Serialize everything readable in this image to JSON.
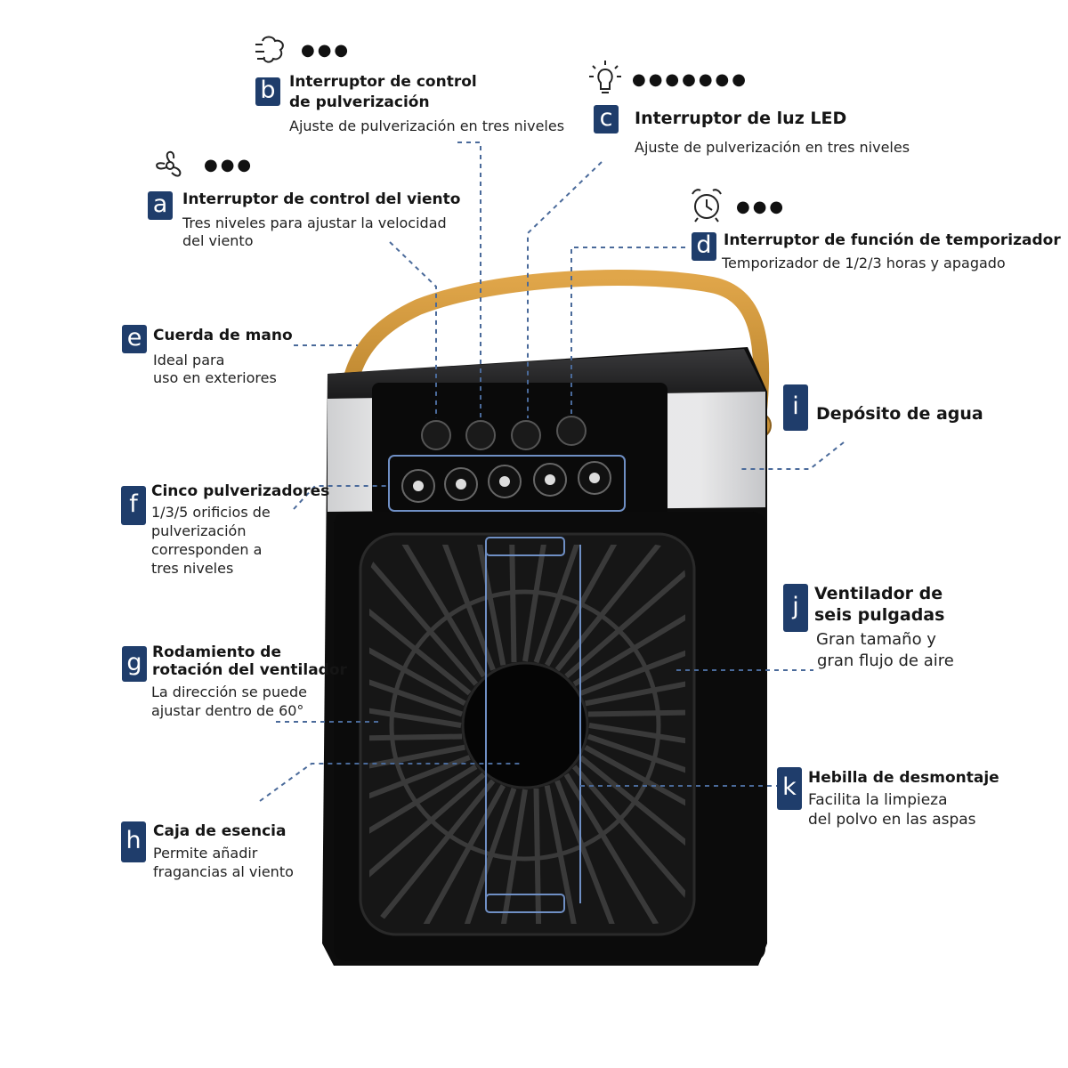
{
  "callouts": {
    "a": {
      "letter": "a",
      "title": "Interruptor de control del viento",
      "desc1": "Tres niveles para ajustar la velocidad",
      "desc2": "del viento",
      "icon": "fan-icon",
      "level_dots": "●●●"
    },
    "b": {
      "letter": "b",
      "title1": "Interruptor de control",
      "title2": "de pulverización",
      "desc1": "Ajuste de pulverización en tres niveles",
      "icon": "mist-icon",
      "level_dots": "●●●"
    },
    "c": {
      "letter": "c",
      "title": "Interruptor de luz LED",
      "desc1": "Ajuste de pulverización en tres niveles",
      "icon": "light-bulb-icon",
      "level_dots": "●●●●●●●"
    },
    "d": {
      "letter": "d",
      "title": "Interruptor de función de temporizador",
      "desc1": "Temporizador de 1/2/3 horas y apagado",
      "icon": "alarm-clock-icon",
      "level_dots": "●●●"
    },
    "e": {
      "letter": "e",
      "title": "Cuerda de mano",
      "desc1": "Ideal para",
      "desc2": "uso en exteriores"
    },
    "f": {
      "letter": "f",
      "title": "Cinco pulverizadores",
      "desc1": "1/3/5 orificios de",
      "desc2": "pulverización",
      "desc3": "corresponden a",
      "desc4": "tres niveles"
    },
    "g": {
      "letter": "g",
      "title1": "Rodamiento de",
      "title2": "rotación del ventilador",
      "desc1": "La dirección se puede",
      "desc2": "ajustar dentro de 60°"
    },
    "h": {
      "letter": "h",
      "title": "Caja de esencia",
      "desc1": "Permite añadir",
      "desc2": "fragancias al viento"
    },
    "i": {
      "letter": "i",
      "title": "Depósito de agua"
    },
    "j": {
      "letter": "j",
      "title1": "Ventilador de",
      "title2": "seis pulgadas",
      "desc1": "Gran tamaño y",
      "desc2": "gran flujo de aire"
    },
    "k": {
      "letter": "k",
      "title": "Hebilla de desmontaje",
      "desc1": "Facilita la limpieza",
      "desc2": "del polvo en las aspas"
    }
  },
  "colors": {
    "badge": "#1f3d6b",
    "leader_line": "#4a6a9a",
    "device_body": "#0d0d0d",
    "handle": "#c8923a",
    "tank": "#e9eaec"
  }
}
